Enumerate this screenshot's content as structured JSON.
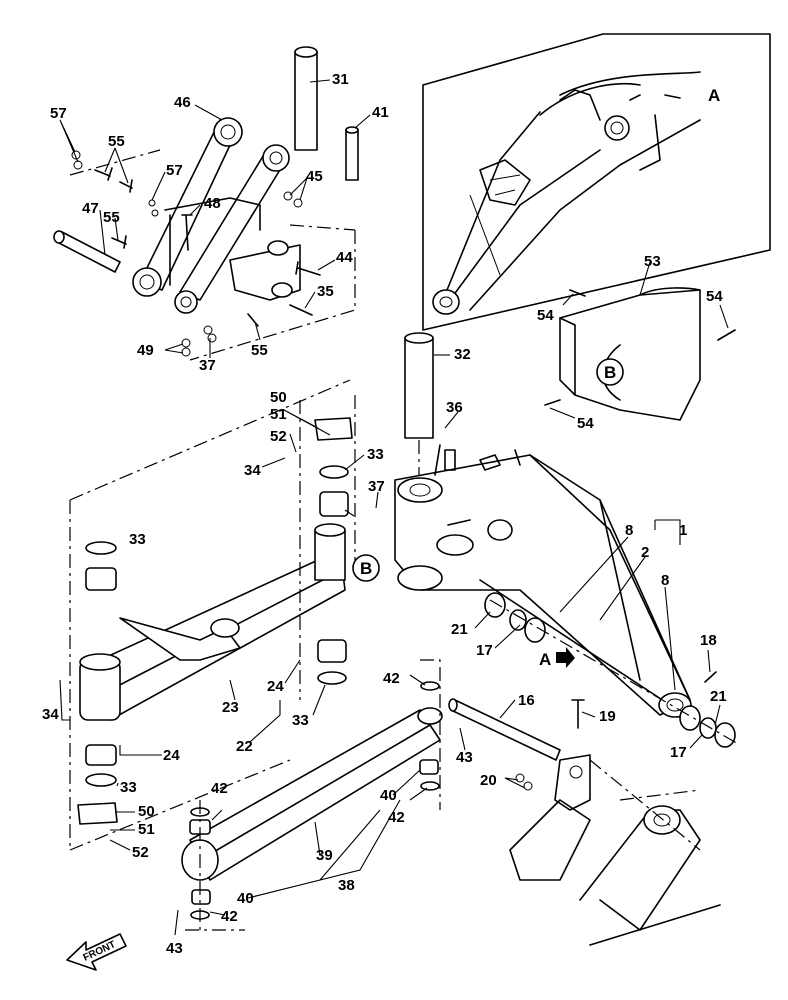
{
  "detail_markers": {
    "a": "A",
    "b": "B"
  },
  "front_label": "FRONT",
  "callouts": [
    {
      "id": "c31",
      "text": "31"
    },
    {
      "id": "c41",
      "text": "41"
    },
    {
      "id": "c46",
      "text": "46"
    },
    {
      "id": "c57a",
      "text": "57"
    },
    {
      "id": "c55a",
      "text": "55"
    },
    {
      "id": "c57b",
      "text": "57"
    },
    {
      "id": "c45",
      "text": "45"
    },
    {
      "id": "c47",
      "text": "47"
    },
    {
      "id": "c48",
      "text": "48"
    },
    {
      "id": "c55b",
      "text": "55"
    },
    {
      "id": "c44",
      "text": "44"
    },
    {
      "id": "c35",
      "text": "35"
    },
    {
      "id": "c49",
      "text": "49"
    },
    {
      "id": "c37a",
      "text": "37"
    },
    {
      "id": "c55c",
      "text": "55"
    },
    {
      "id": "c32",
      "text": "32"
    },
    {
      "id": "c53",
      "text": "53"
    },
    {
      "id": "c54a",
      "text": "54"
    },
    {
      "id": "c54b",
      "text": "54"
    },
    {
      "id": "c54c",
      "text": "54"
    },
    {
      "id": "c50a",
      "text": "50"
    },
    {
      "id": "c51a",
      "text": "51"
    },
    {
      "id": "c52a",
      "text": "52"
    },
    {
      "id": "c36",
      "text": "36"
    },
    {
      "id": "c34a",
      "text": "34"
    },
    {
      "id": "c33a",
      "text": "33"
    },
    {
      "id": "c37b",
      "text": "37"
    },
    {
      "id": "c33b",
      "text": "33"
    },
    {
      "id": "c8a",
      "text": "8"
    },
    {
      "id": "c1",
      "text": "1"
    },
    {
      "id": "c2",
      "text": "2"
    },
    {
      "id": "c8b",
      "text": "8"
    },
    {
      "id": "c21a",
      "text": "21"
    },
    {
      "id": "c17a",
      "text": "17"
    },
    {
      "id": "c18",
      "text": "18"
    },
    {
      "id": "c34b",
      "text": "34"
    },
    {
      "id": "c42a",
      "text": "42"
    },
    {
      "id": "c24a",
      "text": "24"
    },
    {
      "id": "c23",
      "text": "23"
    },
    {
      "id": "c22",
      "text": "22"
    },
    {
      "id": "c33c",
      "text": "33"
    },
    {
      "id": "c16",
      "text": "16"
    },
    {
      "id": "c21b",
      "text": "21"
    },
    {
      "id": "c19",
      "text": "19"
    },
    {
      "id": "c17b",
      "text": "17"
    },
    {
      "id": "c43a",
      "text": "43"
    },
    {
      "id": "c24b",
      "text": "24"
    },
    {
      "id": "c33d",
      "text": "33"
    },
    {
      "id": "c20",
      "text": "20"
    },
    {
      "id": "c42b",
      "text": "42"
    },
    {
      "id": "c40a",
      "text": "40"
    },
    {
      "id": "c50b",
      "text": "50"
    },
    {
      "id": "c51b",
      "text": "51"
    },
    {
      "id": "c52b",
      "text": "52"
    },
    {
      "id": "c42c",
      "text": "42"
    },
    {
      "id": "c39",
      "text": "39"
    },
    {
      "id": "c38",
      "text": "38"
    },
    {
      "id": "c40b",
      "text": "40"
    },
    {
      "id": "c42d",
      "text": "42"
    },
    {
      "id": "c43b",
      "text": "43"
    }
  ]
}
